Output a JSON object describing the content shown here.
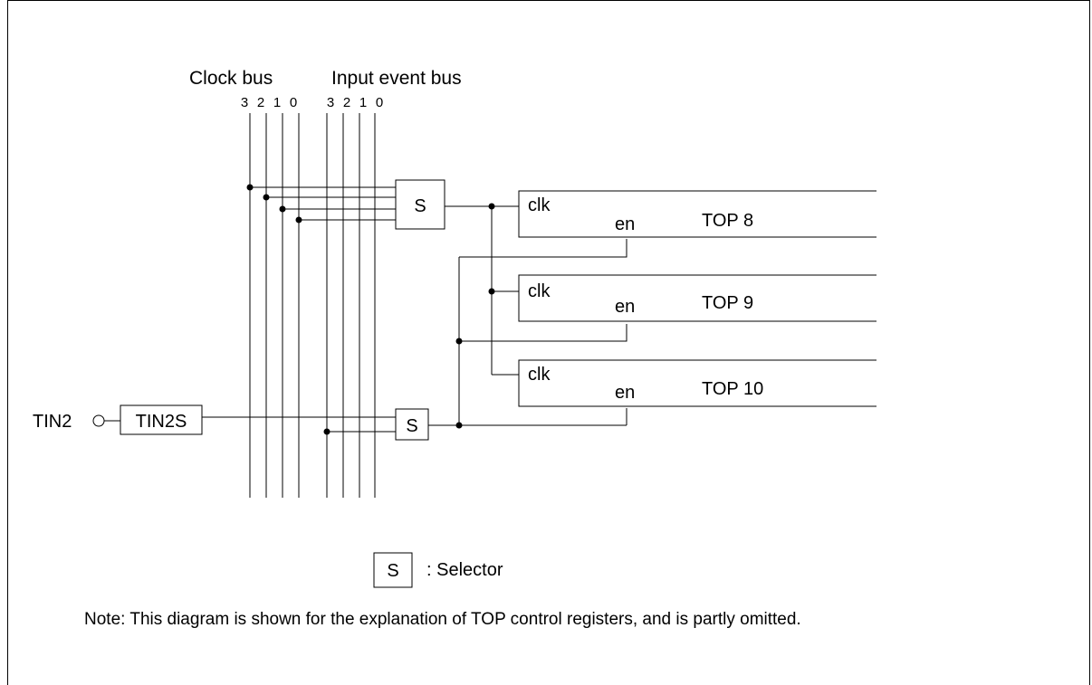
{
  "bus": {
    "clock_label": "Clock bus",
    "input_label": "Input event bus",
    "clock_lines": [
      "3",
      "2",
      "1",
      "0"
    ],
    "input_lines": [
      "3",
      "2",
      "1",
      "0"
    ]
  },
  "selector_symbol": "S",
  "pin": {
    "name": "TIN2",
    "block": "TIN2S"
  },
  "registers": [
    {
      "clk": "clk",
      "en": "en",
      "name": "TOP 8"
    },
    {
      "clk": "clk",
      "en": "en",
      "name": "TOP 9"
    },
    {
      "clk": "clk",
      "en": "en",
      "name": "TOP 10"
    }
  ],
  "legend": {
    "symbol": "S",
    "text": ": Selector"
  },
  "note": "Note: This diagram is shown for the explanation of TOP control registers, and is partly omitted."
}
